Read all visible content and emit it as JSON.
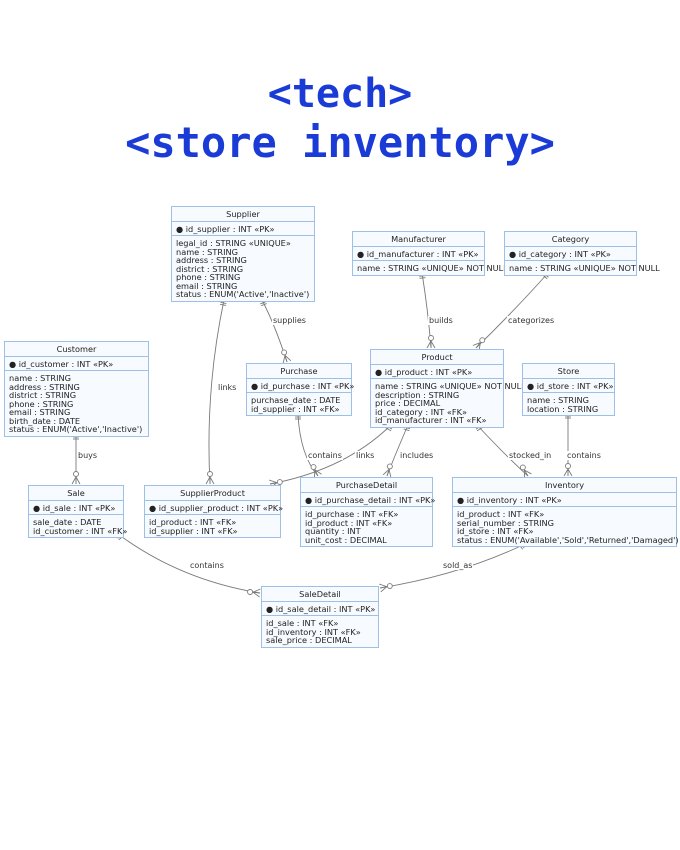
{
  "title_line1": "<tech>",
  "title_line2": "<store inventory>",
  "accent_color": "#1a3bd6",
  "line_color": "#7a7a7a",
  "entities": {
    "supplier": {
      "name": "Supplier",
      "pk": "● id_supplier : INT «PK»",
      "attrs": [
        "legal_id : STRING «UNIQUE»",
        "name : STRING",
        "address : STRING",
        "district : STRING",
        "phone : STRING",
        "email : STRING",
        "status : ENUM('Active','Inactive')"
      ]
    },
    "manufacturer": {
      "name": "Manufacturer",
      "pk": "● id_manufacturer : INT «PK»",
      "attrs": [
        "name : STRING «UNIQUE» NOT NULL"
      ]
    },
    "category": {
      "name": "Category",
      "pk": "● id_category : INT «PK»",
      "attrs": [
        "name : STRING «UNIQUE» NOT NULL"
      ]
    },
    "customer": {
      "name": "Customer",
      "pk": "● id_customer : INT «PK»",
      "attrs": [
        "name : STRING",
        "address : STRING",
        "district : STRING",
        "phone : STRING",
        "email : STRING",
        "birth_date : DATE",
        "status : ENUM('Active','Inactive')"
      ]
    },
    "purchase": {
      "name": "Purchase",
      "pk": "● id_purchase : INT «PK»",
      "attrs": [
        "purchase_date : DATE",
        "id_supplier : INT «FK»"
      ]
    },
    "product": {
      "name": "Product",
      "pk": "● id_product : INT «PK»",
      "attrs": [
        "name : STRING «UNIQUE» NOT NULL",
        "description : STRING",
        "price : DECIMAL",
        "id_category : INT «FK»",
        "id_manufacturer : INT «FK»"
      ]
    },
    "store": {
      "name": "Store",
      "pk": "● id_store : INT «PK»",
      "attrs": [
        "name : STRING",
        "location : STRING"
      ]
    },
    "sale": {
      "name": "Sale",
      "pk": "● id_sale : INT «PK»",
      "attrs": [
        "sale_date : DATE",
        "id_customer : INT «FK»"
      ]
    },
    "supplierproduct": {
      "name": "SupplierProduct",
      "pk": "● id_supplier_product : INT «PK»",
      "attrs": [
        "id_product : INT «FK»",
        "id_supplier : INT «FK»"
      ]
    },
    "purchasedetail": {
      "name": "PurchaseDetail",
      "pk": "● id_purchase_detail : INT «PK»",
      "attrs": [
        "id_purchase : INT «FK»",
        "id_product : INT «FK»",
        "quantity : INT",
        "unit_cost : DECIMAL"
      ]
    },
    "inventory": {
      "name": "Inventory",
      "pk": "● id_inventory : INT «PK»",
      "attrs": [
        "id_product : INT «FK»",
        "serial_number : STRING",
        "id_store : INT «FK»",
        "status : ENUM('Available','Sold','Returned','Damaged')"
      ]
    },
    "saledetail": {
      "name": "SaleDetail",
      "pk": "● id_sale_detail : INT «PK»",
      "attrs": [
        "id_sale : INT «FK»",
        "id_inventory : INT «FK»",
        "sale_price : DECIMAL"
      ]
    }
  },
  "relationships": {
    "supplier_purchase": "supplies",
    "supplier_supplierproduct": "links",
    "manufacturer_product": "builds",
    "category_product": "categorizes",
    "customer_sale": "buys",
    "purchase_purchasedetail": "contains",
    "product_supplierproduct": "links",
    "product_purchasedetail": "includes",
    "product_inventory": "stocked_in",
    "store_inventory": "contains",
    "sale_saledetail": "contains",
    "inventory_saledetail": "sold_as"
  }
}
